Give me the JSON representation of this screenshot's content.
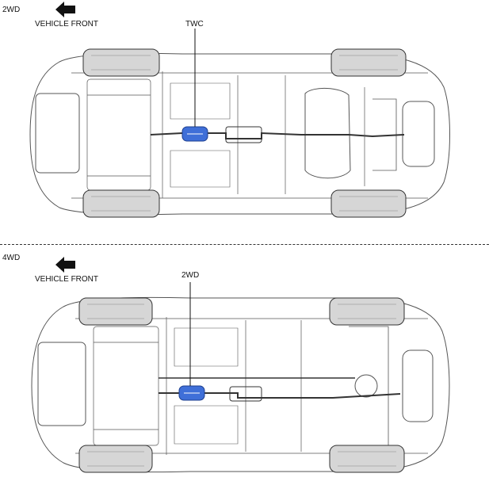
{
  "sections": [
    {
      "drive_label": "2WD",
      "direction_label": "VEHICLE FRONT",
      "callout_label": "TWC"
    },
    {
      "drive_label": "4WD",
      "direction_label": "VEHICLE FRONT",
      "callout_label": "2WD"
    }
  ],
  "colors": {
    "highlight": "#3f6fd8",
    "line": "#333333",
    "tire": "#555555"
  },
  "icons": [
    "left-arrow-icon"
  ]
}
